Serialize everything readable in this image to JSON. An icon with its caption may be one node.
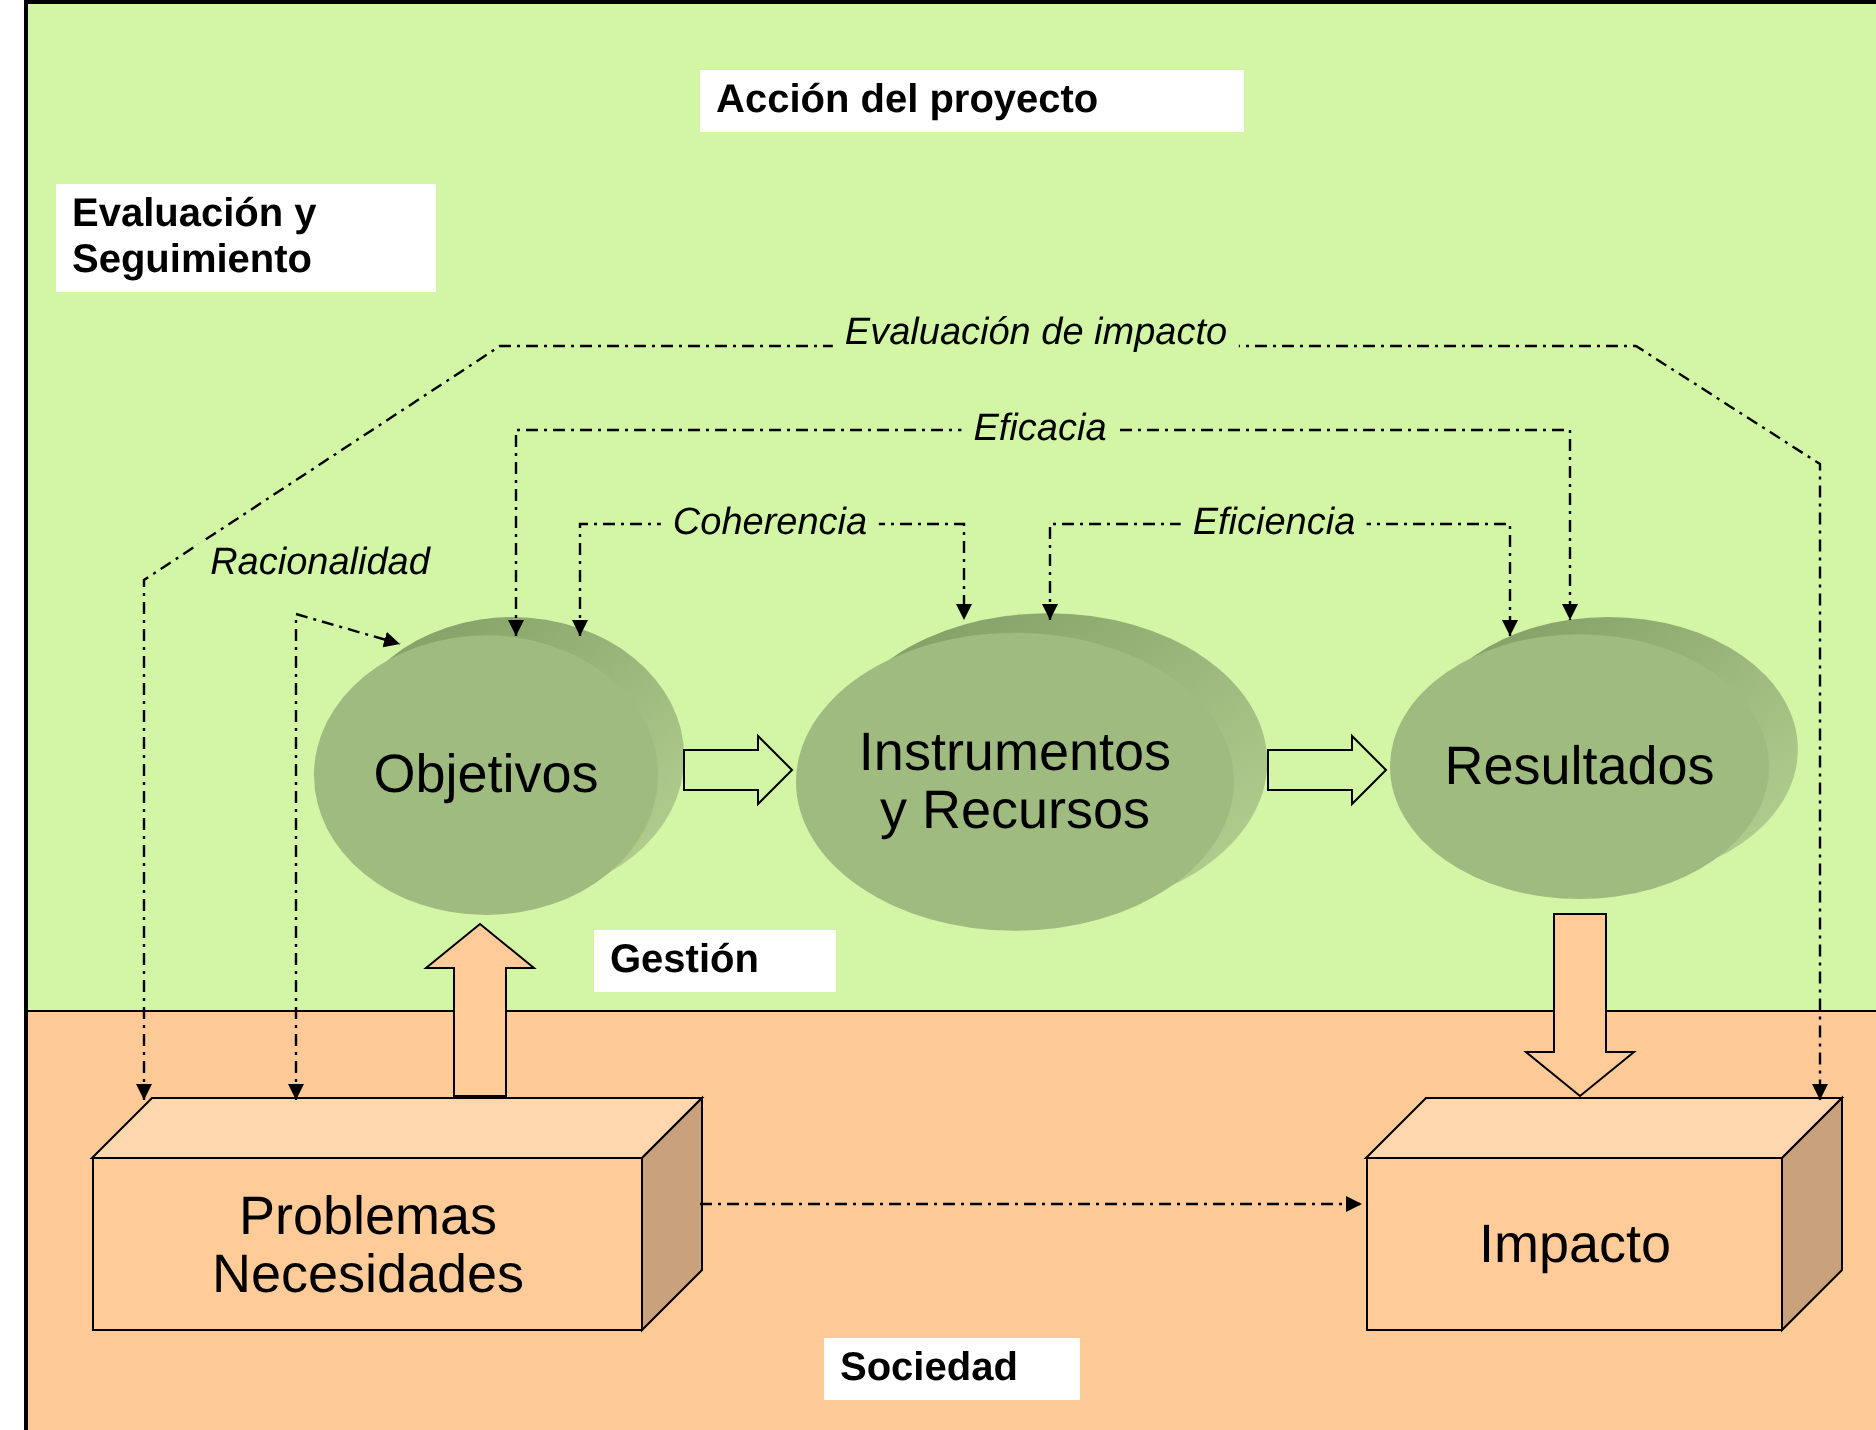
{
  "diagram": {
    "nodes": [
      {
        "text": [
          "Acción del proyecto"
        ]
      },
      {
        "text": [
          "Sociedad"
        ]
      },
      {
        "text": [
          "Objetivos"
        ],
        "in": 0
      },
      {
        "text": [
          "Instrumentos y Recursos"
        ],
        "in": 0
      },
      {
        "text": [
          "Resultados"
        ],
        "in": 0
      },
      {
        "text": [
          "Problemas Necesidades"
        ],
        "in": 1
      },
      {
        "text": [
          "Impacto"
        ],
        "in": 1
      }
    ],
    "edges": [
      {
        "from": 5,
        "to": 6,
        "arrow": "both",
        "label": "Evaluación de impacto",
        "style": "dashed"
      },
      {
        "from": 2,
        "to": 4,
        "arrow": "both",
        "label": "Eficacia",
        "style": "dashed"
      },
      {
        "from": 2,
        "to": 3,
        "arrow": "both",
        "label": "Coherencia",
        "style": "dashed"
      },
      {
        "from": 3,
        "to": 4,
        "arrow": "both",
        "label": "Eficiencia",
        "style": "dashed"
      },
      {
        "from": 5,
        "to": 2,
        "arrow": "both",
        "label": "Racionalidad",
        "style": "dashed"
      },
      {
        "from": 2,
        "to": 3,
        "arrow": "to",
        "style": "thick"
      },
      {
        "from": 3,
        "to": 4,
        "arrow": "to",
        "style": "thick"
      },
      {
        "from": 5,
        "to": 2,
        "arrow": "to",
        "style": "thick",
        "color": "#ffcc99"
      },
      {
        "from": 4,
        "to": 6,
        "arrow": "to",
        "style": "thick",
        "color": "#ffcc99"
      },
      {
        "from": 5,
        "to": 6,
        "arrow": "to",
        "style": "dashed"
      }
    ],
    "labels": [
      "Evaluación y Seguimiento",
      "Gestión"
    ]
  }
}
